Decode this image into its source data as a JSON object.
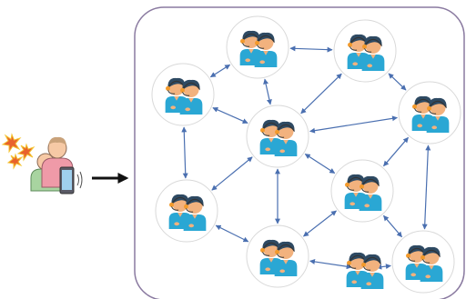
{
  "diagram": {
    "colors": {
      "panel_border": "#8a7aa0",
      "connector": "#4a6fb0",
      "arrow": "#111111",
      "hair": "#2e4a63",
      "skin": "#f2b27e",
      "shirt": "#2aa7d4",
      "headset": "#f39a2b",
      "node_border": "#d9d9d9"
    },
    "source": {
      "icon": "people-with-phone-and-alert-icon",
      "figures": [
        "person-icon",
        "person-icon",
        "smartphone-icon"
      ],
      "alerts": [
        "starburst-icon",
        "starburst-icon",
        "starburst-icon"
      ]
    },
    "arrow_icon": "right-arrow-icon",
    "network": {
      "node_icon": "call-center-agents-icon",
      "nodes": [
        "agent-1",
        "agent-2",
        "agent-3",
        "agent-4",
        "agent-5",
        "agent-6",
        "agent-7",
        "agent-8",
        "agent-9",
        "agent-10"
      ],
      "edges": [
        [
          "agent-2",
          "agent-3"
        ],
        [
          "agent-1",
          "agent-2"
        ],
        [
          "agent-2",
          "agent-5"
        ],
        [
          "agent-3",
          "agent-5"
        ],
        [
          "agent-3",
          "agent-4"
        ],
        [
          "agent-1",
          "agent-5"
        ],
        [
          "agent-4",
          "agent-5"
        ],
        [
          "agent-1",
          "agent-6"
        ],
        [
          "agent-5",
          "agent-6"
        ],
        [
          "agent-5",
          "agent-7"
        ],
        [
          "agent-5",
          "agent-8"
        ],
        [
          "agent-4",
          "agent-7"
        ],
        [
          "agent-4",
          "agent-10"
        ],
        [
          "agent-6",
          "agent-8"
        ],
        [
          "agent-7",
          "agent-8"
        ],
        [
          "agent-7",
          "agent-10"
        ],
        [
          "agent-8",
          "agent-9"
        ],
        [
          "agent-9",
          "agent-10"
        ]
      ]
    }
  }
}
